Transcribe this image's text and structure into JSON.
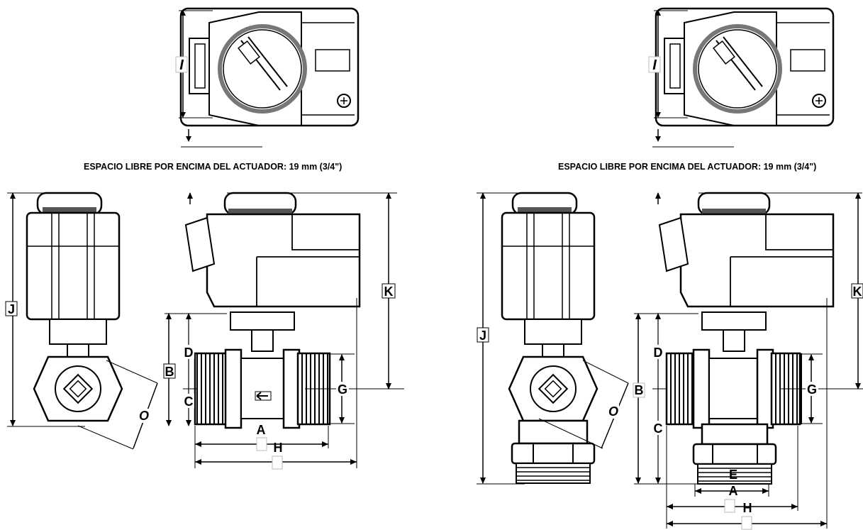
{
  "captions": {
    "clearance_left": "ESPACIO LIBRE POR ENCIMA DEL ACTUADOR:  19 mm (3/4\")",
    "clearance_right": "ESPACIO LIBRE POR ENCIMA DEL ACTUADOR:  19 mm (3/4\")"
  },
  "labels": {
    "I": "I",
    "J": "J",
    "K": "K",
    "B": "B",
    "C": "C",
    "D": "D",
    "G": "G",
    "O": "O",
    "A": "A",
    "H": "H",
    "E": "E"
  }
}
